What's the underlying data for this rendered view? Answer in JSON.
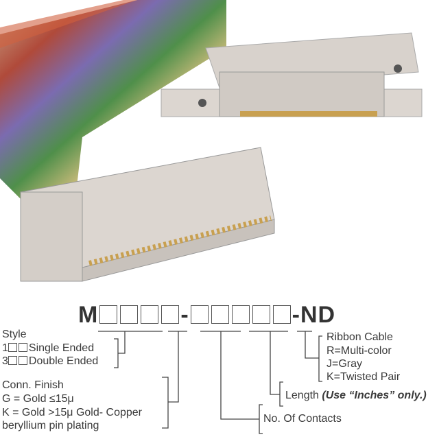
{
  "part_number": {
    "prefix": "M",
    "dash": "-",
    "suffix": "-ND"
  },
  "style": {
    "title": "Style",
    "single": "Single Ended",
    "double": "Double Ended",
    "single_code": "1",
    "double_code": "3"
  },
  "finish": {
    "title": "Conn. Finish",
    "g": "G = Gold ≤15μ",
    "k": "K = Gold >15μ Gold- Copper",
    "k2": "beryllium pin plating"
  },
  "contacts": "No. Of Contacts",
  "length": {
    "label": "Length ",
    "note": "(Use “Inches” only.)"
  },
  "cable": {
    "title": "Ribbon Cable",
    "r": "R=Multi-color",
    "j": "J=Gray",
    "k": "K=Twisted Pair"
  }
}
